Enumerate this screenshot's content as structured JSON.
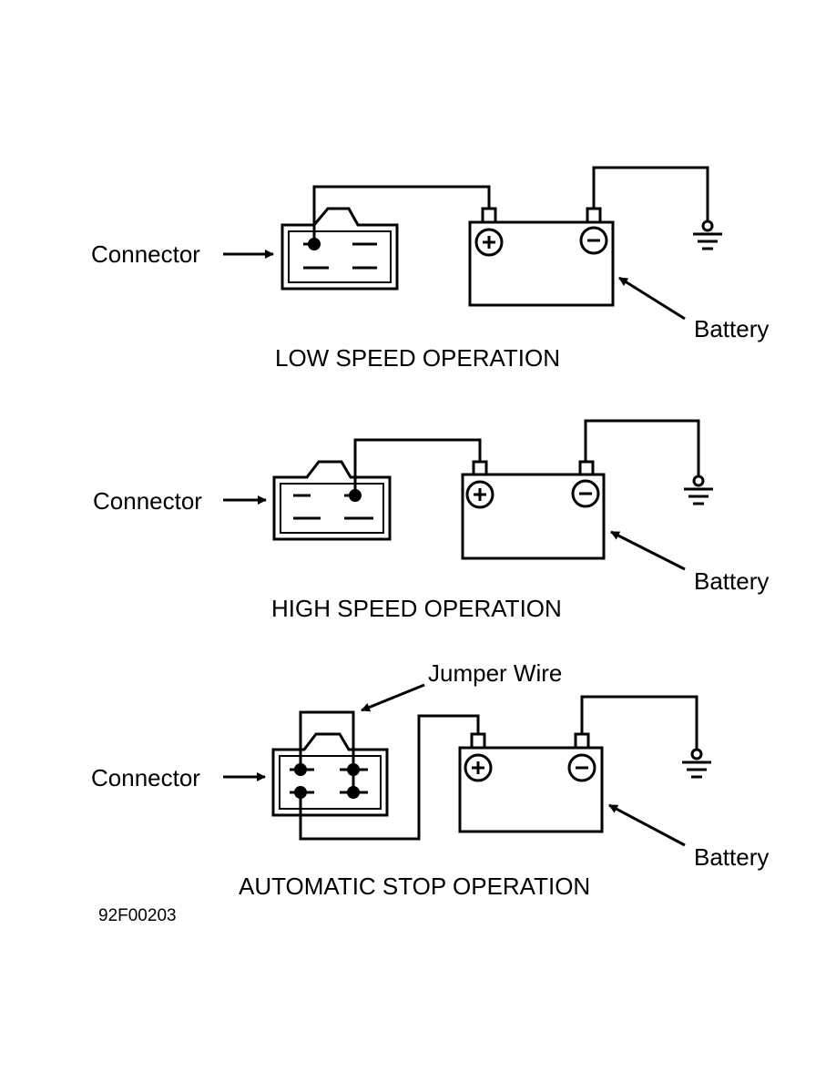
{
  "diagrams": [
    {
      "title": "LOW SPEED OPERATION",
      "connector_label": "Connector",
      "battery_label": "Battery"
    },
    {
      "title": "HIGH SPEED OPERATION",
      "connector_label": "Connector",
      "battery_label": "Battery"
    },
    {
      "title": "AUTOMATIC STOP OPERATION",
      "connector_label": "Connector",
      "battery_label": "Battery",
      "jumper_label": "Jumper Wire"
    }
  ],
  "figure_code": "92F00203",
  "icons": {
    "positive_terminal": "+",
    "negative_terminal": "−",
    "ground": "ground-symbol-icon"
  }
}
